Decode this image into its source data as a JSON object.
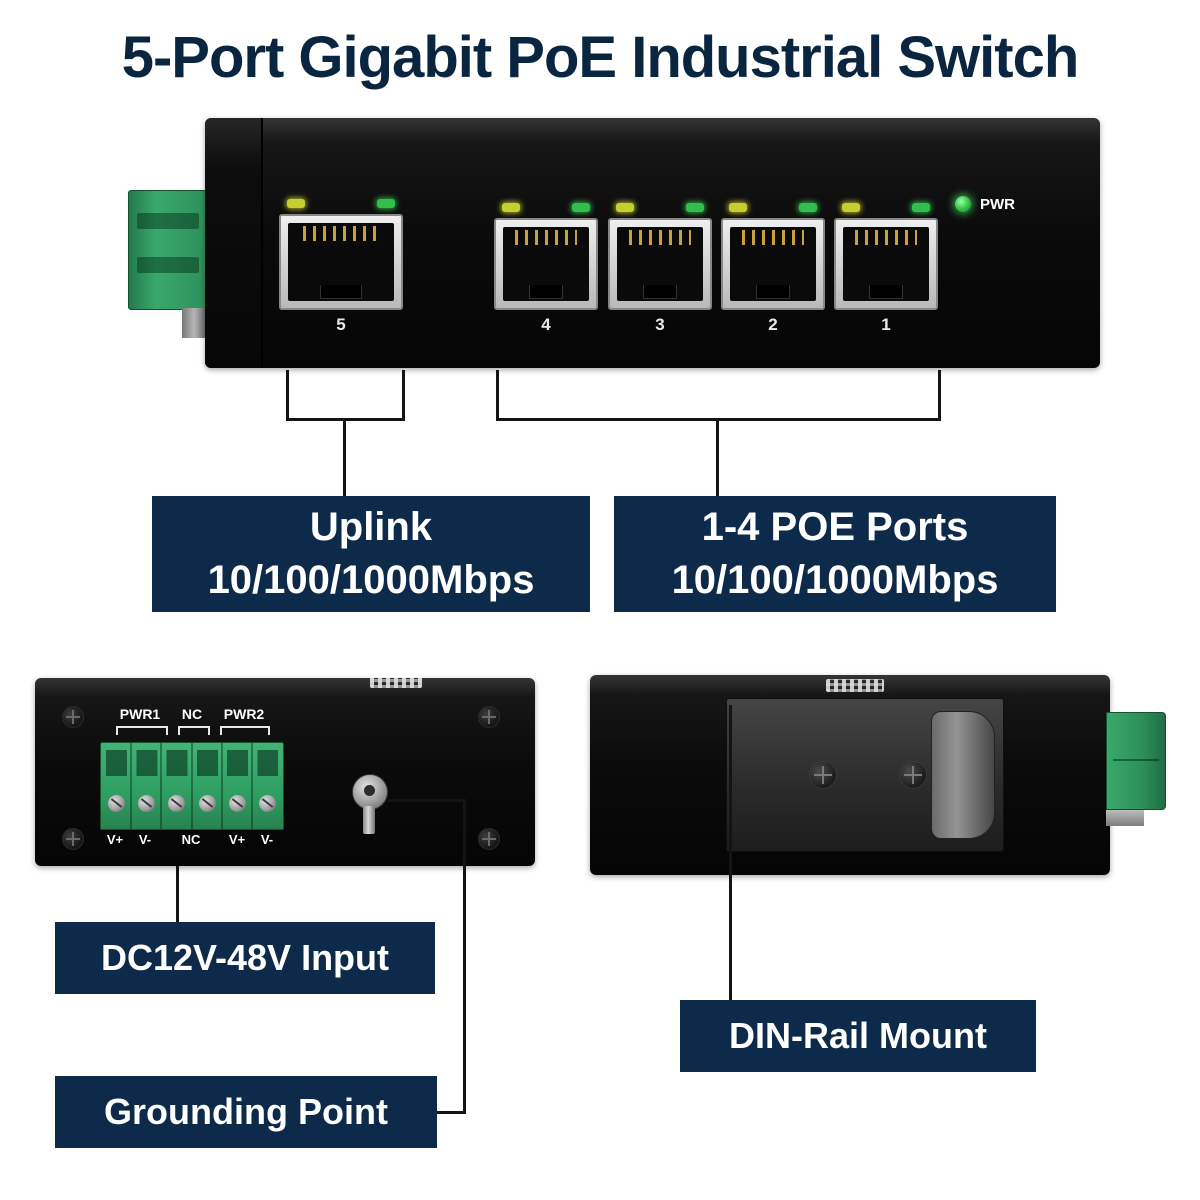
{
  "title": "5-Port Gigabit PoE Industrial Switch",
  "colors": {
    "accent_navy": "#0e2a4a",
    "device_black": "#0b0b0b",
    "terminal_green": "#3aa96c",
    "led_yellow": "#c6cf2d",
    "led_green": "#2fbf4a"
  },
  "front_view": {
    "pwr_label": "PWR",
    "ports": [
      {
        "number": "5"
      },
      {
        "number": "4"
      },
      {
        "number": "3"
      },
      {
        "number": "2"
      },
      {
        "number": "1"
      }
    ]
  },
  "callouts": {
    "uplink": {
      "line1": "Uplink",
      "line2": "10/100/1000Mbps"
    },
    "poe": {
      "line1": "1-4 POE Ports",
      "line2": "10/100/1000Mbps"
    },
    "dc_input": "DC12V-48V Input",
    "grounding": "Grounding Point",
    "din_rail": "DIN-Rail Mount"
  },
  "bottom_view": {
    "power_group_labels": [
      "PWR1",
      "NC",
      "PWR2"
    ],
    "pin_labels": [
      "V+",
      "V-",
      "NC",
      "V+",
      "V-"
    ]
  }
}
